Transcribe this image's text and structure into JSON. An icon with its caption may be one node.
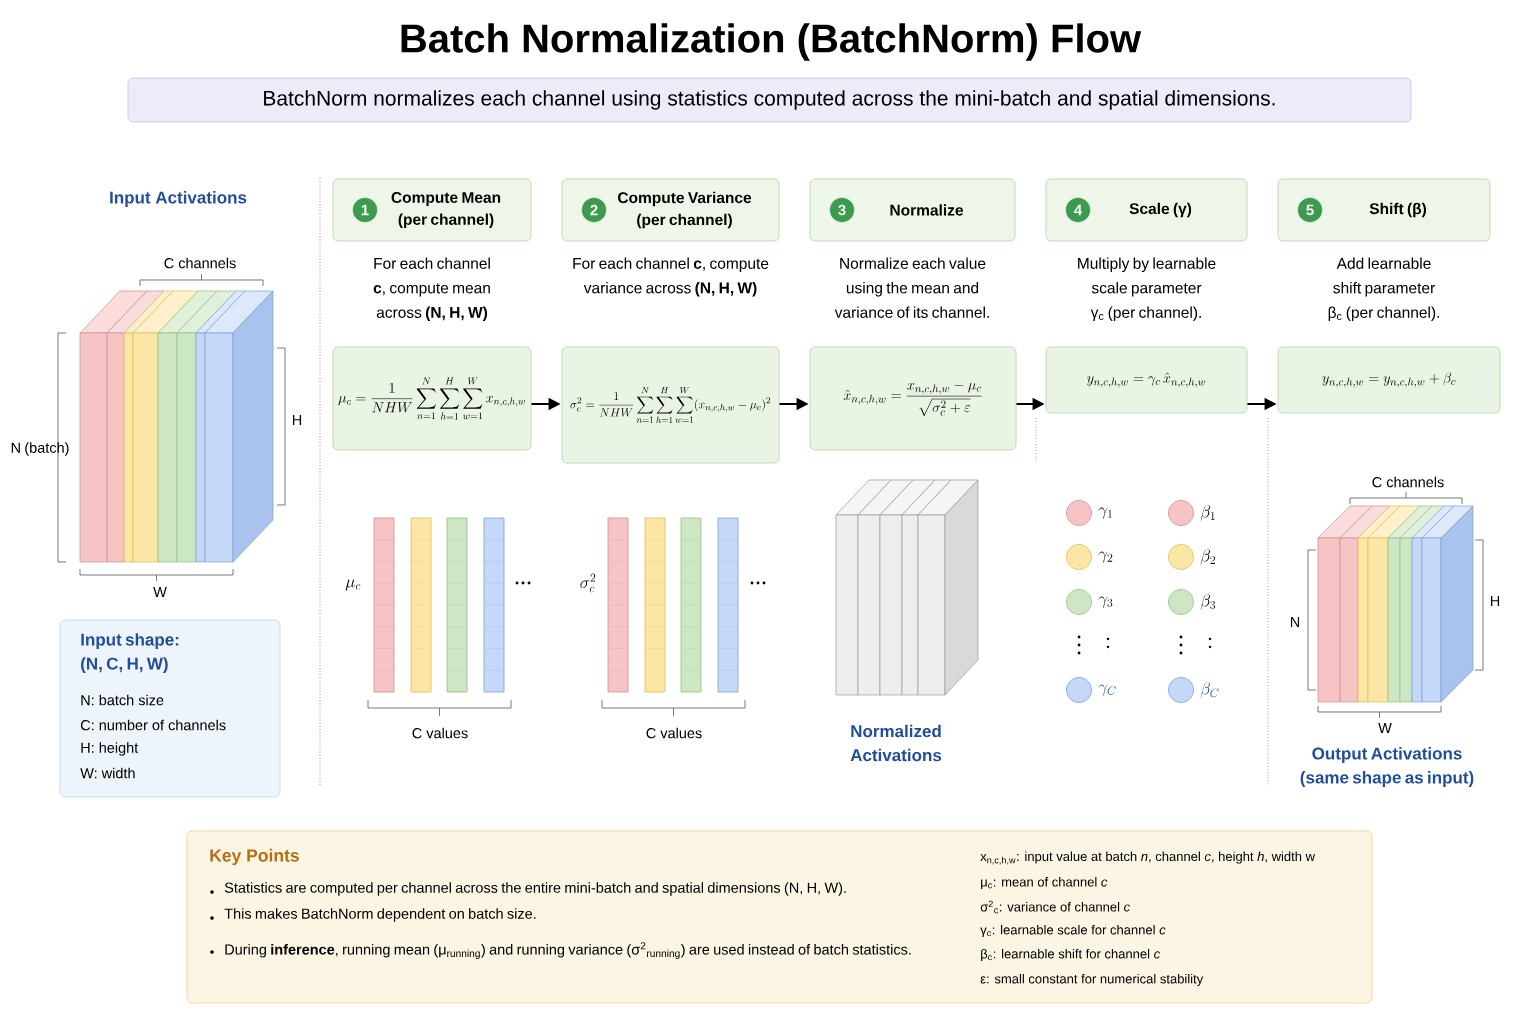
{
  "diagram": {
    "title": "Batch Normalization (BatchNorm) Flow",
    "nodes": [
      {
        "text": [
          "BatchNorm normalizes each channel using statistics computed across the mini-batch and spatial dimensions."
        ]
      },
      {
        "text": [
          "Compute Mean (per channel)"
        ],
        "beside": [
          "For each channel **c**, compute mean across **(N, H, W)**"
        ]
      },
      {
        "text": [
          "1"
        ],
        "in": 1
      },
      {
        "text": [
          "Compute Variance (per channel)"
        ],
        "beside": [
          "For each channel **c**, compute variance across **(N, H, W)**"
        ]
      },
      {
        "text": [
          "2"
        ],
        "in": 3
      },
      {
        "text": [
          "Normalize"
        ],
        "beside": [
          "Normalize each value using the mean and variance of its channel."
        ]
      },
      {
        "text": [
          "3"
        ],
        "in": 5
      },
      {
        "text": [
          "Scale (γ)"
        ],
        "beside": [
          "Multiply by learnable scale parameter γ$_{c}$ (per channel)."
        ]
      },
      {
        "text": [
          "4"
        ],
        "in": 7
      },
      {
        "text": [
          "Shift (β)"
        ],
        "beside": [
          "Add learnable shift parameter β$_{c}$ (per channel)."
        ]
      },
      {
        "text": [
          "5"
        ],
        "in": 9
      },
      {
        "text": [
          "\\mu_c = \\frac{1}{NHW} \\sum_{n=1}^{N} \\sum_{h=1}^{H} \\sum_{w=1}^{W} x_{n,c,h,w}"
        ]
      },
      {
        "text": [
          "\\sigma_c^2 = \\frac{1}{NHW} \\sum_{n=1}^{N} \\sum_{h=1}^{H} \\sum_{w=1}^{W} (x_{n,c,h,w} - \\mu_c)^2"
        ]
      },
      {
        "text": [
          "\\hat{x}_{n,c,h,w} = \\frac{x_{n,c,h,w} - \\mu_c}{\\sqrt{\\sigma_c^2 + \\varepsilon}}"
        ]
      },
      {
        "text": [
          "y_{n,c,h,w} = \\gamma_c \\, \\hat{x}_{n,c,h,w}"
        ]
      },
      {
        "text": [
          "y_{n,c,h,w} = y_{n,c,h,w} + \\beta_c"
        ]
      },
      {
        "text": [
          "Input shape: (N, C, H, W)",
          "N: batch size",
          "C: number of channels",
          "H: height",
          "W: width"
        ]
      },
      {
        "text": [
          "Key Points",
          "Statistics are computed per channel across the entire mini-batch and spatial dimensions (N, H, W).",
          "This makes BatchNorm dependent on batch size.",
          "During **inference**, running mean (μ$_{running}$) and running variance (σ$^{2}$$_{running}$) are used instead of batch statistics.",
          "x$_{n,c,h,w}$: input value at batch *n*, channel *c*, height *h*, width w",
          "μ$_{c}$:  mean of channel *c*",
          "σ$^{2}$$_{c}$:  variance of channel *c*",
          "γ$_{c}$:  learnable scale for channel *c*",
          "β$_{c}$:  learnable shift for channel *c*",
          "ε:  small constant for numerical stability"
        ]
      }
    ],
    "edges": [
      {
        "from": 11,
        "to": 12,
        "arrow": "to"
      },
      {
        "from": 12,
        "to": 13,
        "arrow": "to"
      },
      {
        "from": 13,
        "to": 14,
        "arrow": "to"
      },
      {
        "from": 14,
        "to": 15,
        "arrow": "to"
      }
    ],
    "labels": [
      "Input Activations",
      "C channels",
      "N (batch)",
      "H",
      "W",
      "\\mu_c",
      "C values",
      "\\sigma_c^2",
      "C values",
      "Normalized Activations",
      "\\gamma_1",
      "\\beta_1",
      "\\gamma_2",
      "\\beta_2",
      "\\gamma_3",
      "\\beta_3",
      "\\gamma_C",
      "\\beta_C",
      "C channels",
      "N",
      "H",
      "W",
      "Output Activations (same shape as input)"
    ]
  }
}
